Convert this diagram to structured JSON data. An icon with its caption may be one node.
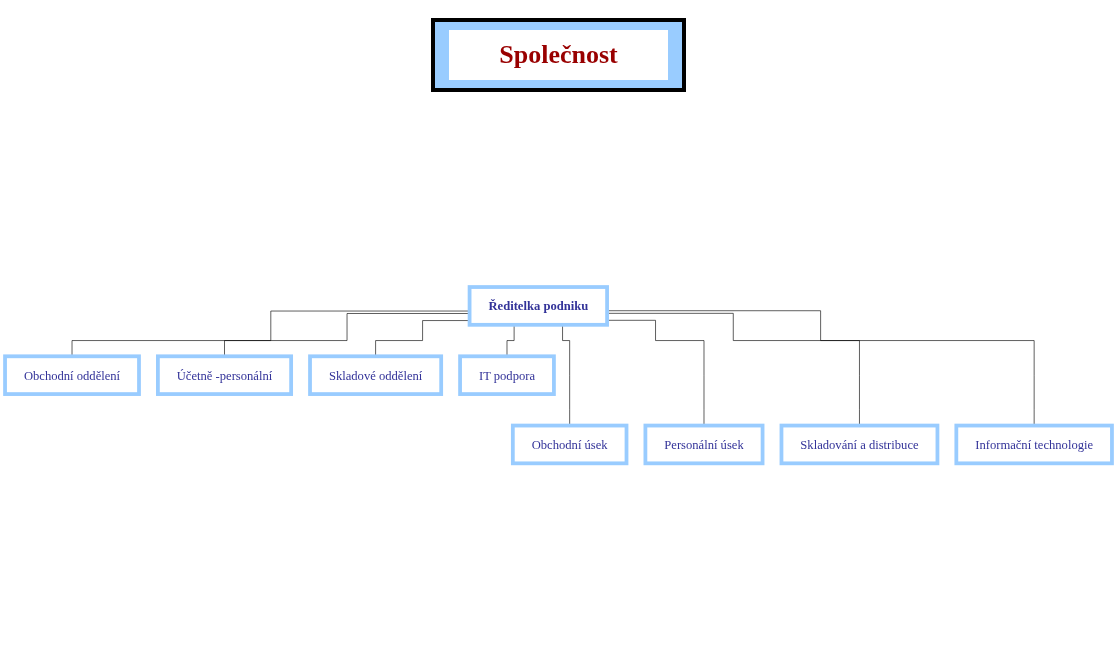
{
  "diagram": {
    "nodes": [
      {
        "text": [
          "Společnost"
        ]
      },
      {
        "text": [
          "Ředitelka podniku"
        ]
      },
      {
        "text": [
          "Obchodní oddělení"
        ]
      },
      {
        "text": [
          "Účetně -personální"
        ]
      },
      {
        "text": [
          "Skladové oddělení"
        ]
      },
      {
        "text": [
          "IT podpora"
        ]
      },
      {
        "text": [
          "Obchodní úsek"
        ]
      },
      {
        "text": [
          "Personální úsek"
        ]
      },
      {
        "text": [
          "Skladování a distribuce"
        ]
      },
      {
        "text": [
          "Informační technologie"
        ]
      }
    ],
    "edges": [
      {
        "from": 1,
        "to": 2,
        "arrow": "none"
      },
      {
        "from": 1,
        "to": 3,
        "arrow": "none"
      },
      {
        "from": 1,
        "to": 4,
        "arrow": "none"
      },
      {
        "from": 1,
        "to": 5,
        "arrow": "none"
      },
      {
        "from": 1,
        "to": 6,
        "arrow": "none"
      },
      {
        "from": 1,
        "to": 7,
        "arrow": "none"
      },
      {
        "from": 1,
        "to": 8,
        "arrow": "none"
      },
      {
        "from": 1,
        "to": 9,
        "arrow": "none"
      }
    ]
  }
}
